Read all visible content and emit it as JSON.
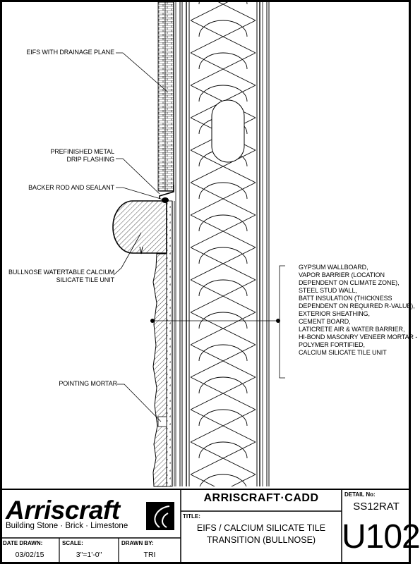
{
  "notes": {
    "eifs": "EIFS WITH DRAINAGE PLANE",
    "drip_1": "PREFINISHED METAL",
    "drip_2": "DRIP FLASHING",
    "backer": "BACKER ROD AND SEALANT",
    "bullnose_1": "BULLNOSE WATERTABLE CALCIUM",
    "bullnose_2": "SILICATE TILE UNIT",
    "pointing": "POINTING MORTAR",
    "assembly": [
      "GYPSUM WALLBOARD,",
      "VAPOR BARRIER (LOCATION",
      "DEPENDENT ON CLIMATE ZONE),",
      "STEEL STUD WALL,",
      "BATT INSULATION (THICKNESS",
      "DEPENDENT ON REQUIRED R-VALUE),",
      "EXTERIOR SHEATHING,",
      "CEMENT BOARD,",
      "LATICRETE AIR & WATER BARRIER,",
      "HI-BOND MASONRY VENEER MORTAR -",
      "POLYMER FORTIFIED,",
      "CALCIUM SILICATE TILE UNIT"
    ]
  },
  "title_block": {
    "logo_name": "Arriscraft",
    "logo_tagline": "Building Stone · Brick · Limestone",
    "cadd_header": "ARRISCRAFT·CADD",
    "title_label": "TITLE:",
    "title_line1": "EIFS / CALCIUM SILICATE TILE",
    "title_line2": "TRANSITION (BULLNOSE)",
    "detail_label": "DETAIL No:",
    "detail_code": "SS12RAT",
    "detail_number": "U102",
    "date_label": "DATE DRAWN:",
    "date_value": "03/02/15",
    "scale_label": "SCALE:",
    "scale_value": "3\"=1'-0\"",
    "drawn_label": "DRAWN BY:",
    "drawn_value": "TRI"
  },
  "colors": {
    "ink": "#000000",
    "paper": "#ffffff"
  }
}
